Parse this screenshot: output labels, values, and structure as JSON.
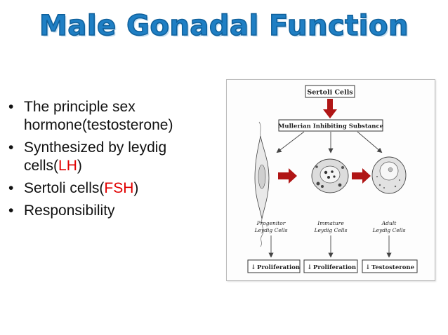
{
  "slide": {
    "title": "Male Gonadal Function",
    "bullets": [
      {
        "text": "The principle sex hormone(testosterone)"
      },
      {
        "pre": "Synthesized by leydig cells(",
        "highlight": "LH",
        "post": ")"
      },
      {
        "pre": "Sertoli cells(",
        "highlight": "FSH",
        "post": ")"
      },
      {
        "text": "Responsibility"
      }
    ]
  },
  "figure": {
    "top_box": "Sertoli Cells",
    "mid_box": "Mullerian Inhibiting Substance",
    "cells": [
      {
        "line1": "Progenitor",
        "line2": "Leydig Cells"
      },
      {
        "line1": "Immature",
        "line2": "Leydig Cells"
      },
      {
        "line1": "Adult",
        "line2": "Leydig Cells"
      }
    ],
    "outcomes": [
      "Proliferation",
      "Proliferation",
      "Testosterone"
    ],
    "arrow_glyph": "↓",
    "colors": {
      "arrow": "#b01515",
      "box_border": "#333333"
    }
  }
}
